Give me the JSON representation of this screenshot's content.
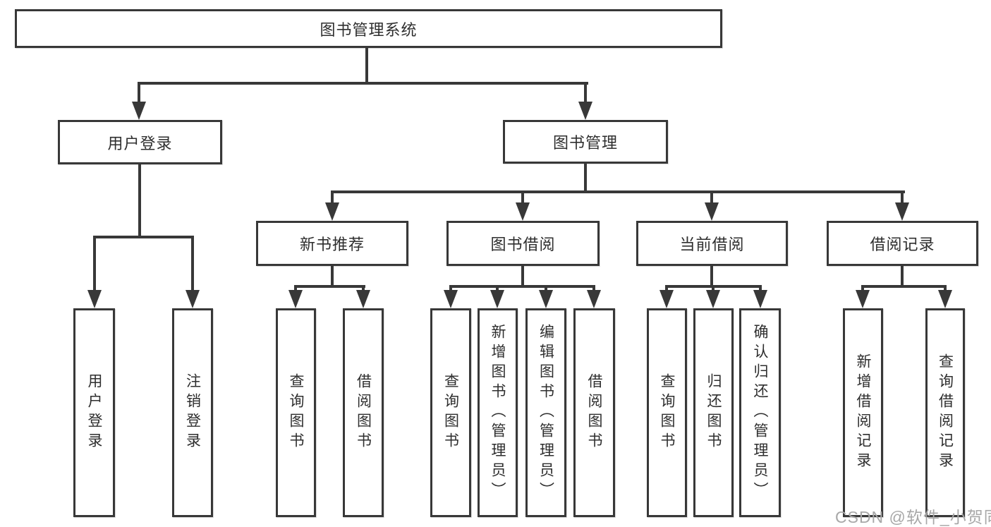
{
  "diagram": {
    "title": "图书管理系统",
    "root": {
      "label": "图书管理系统",
      "children": [
        {
          "label": "用户登录",
          "children": [
            {
              "label": "用户登录"
            },
            {
              "label": "注销登录"
            }
          ]
        },
        {
          "label": "图书管理",
          "children": [
            {
              "label": "新书推荐",
              "children": [
                {
                  "label": "查询图书"
                },
                {
                  "label": "借阅图书"
                }
              ]
            },
            {
              "label": "图书借阅",
              "children": [
                {
                  "label": "查询图书"
                },
                {
                  "label": "新增图书（管理员）"
                },
                {
                  "label": "编辑图书（管理员）"
                },
                {
                  "label": "借阅图书"
                }
              ]
            },
            {
              "label": "当前借阅",
              "children": [
                {
                  "label": "查询图书"
                },
                {
                  "label": "归还图书"
                },
                {
                  "label": "确认归还（管理员）"
                }
              ]
            },
            {
              "label": "借阅记录",
              "children": [
                {
                  "label": "新增借阅记录"
                },
                {
                  "label": "查询借阅记录"
                }
              ]
            }
          ]
        }
      ]
    },
    "colors": {
      "line": "#383838",
      "box_border": "#383838",
      "box_fill": "#ffffff",
      "text": "#2e2e2e",
      "watermark": "#a8a8a8",
      "background": "#ffffff"
    }
  },
  "watermark": {
    "text": "CSDN @软件_小贺同学"
  }
}
